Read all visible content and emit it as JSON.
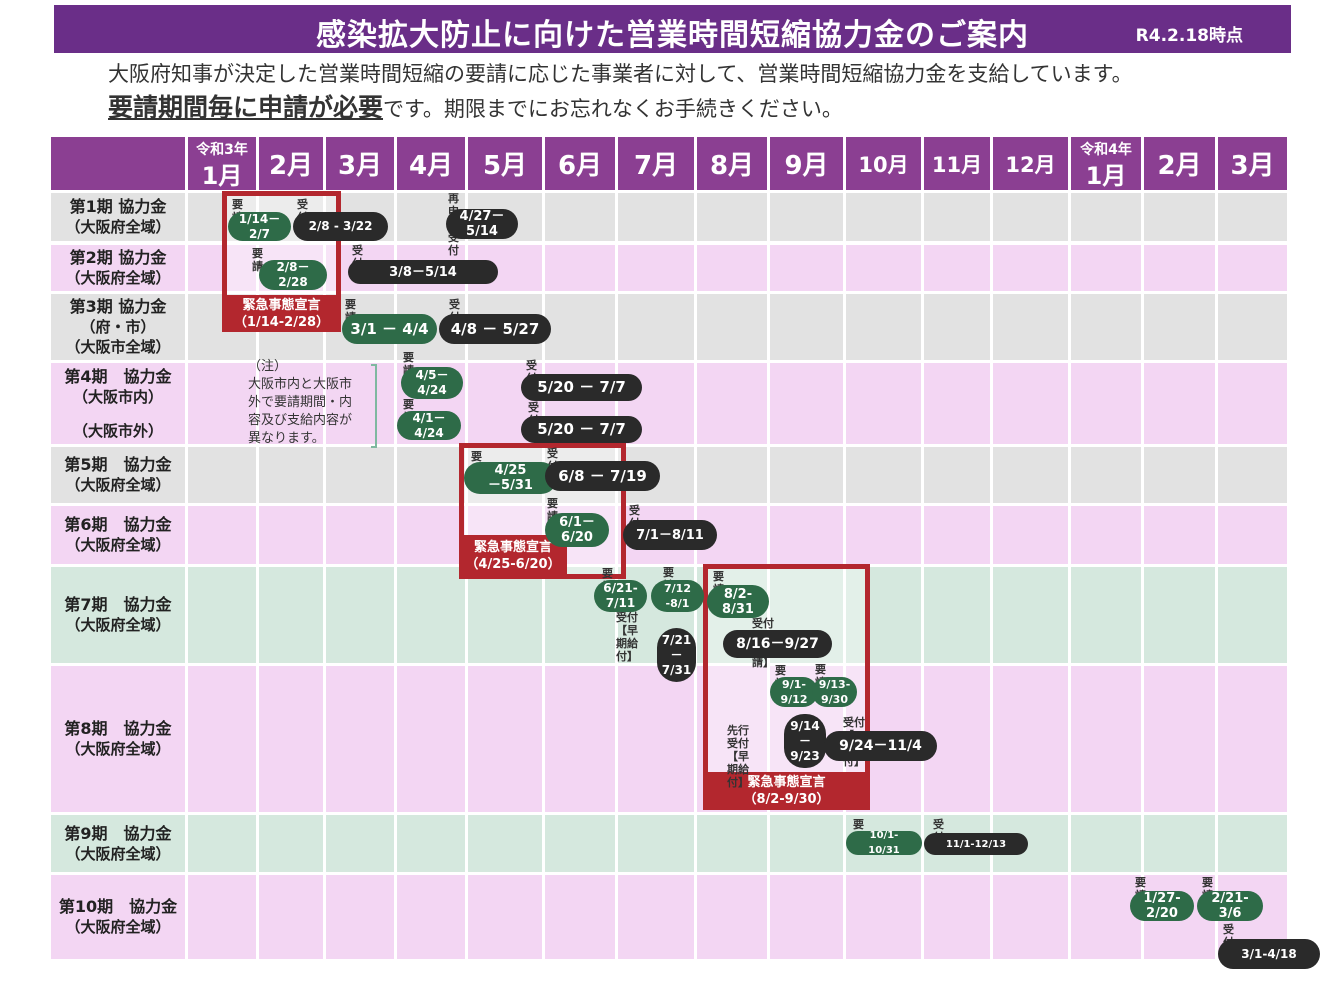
{
  "header": {
    "title": "感染拡大防止に向けた営業時間短縮協力金のご案内",
    "as_of": "R4.2.18時点"
  },
  "intro": {
    "line1": "大阪府知事が決定した営業時間短縮の要請に応じた事業者に対して、営業時間短縮協力金を支給しています。",
    "line2_emphasis": "要請期間毎に申請が必要",
    "line2_rest": "です。期限までにお忘れなくお手続きください。"
  },
  "months": [
    {
      "era": "令和3年",
      "label": "1月"
    },
    {
      "era": "",
      "label": "2月"
    },
    {
      "era": "",
      "label": "3月"
    },
    {
      "era": "",
      "label": "4月"
    },
    {
      "era": "",
      "label": "5月"
    },
    {
      "era": "",
      "label": "6月"
    },
    {
      "era": "",
      "label": "7月"
    },
    {
      "era": "",
      "label": "8月"
    },
    {
      "era": "",
      "label": "9月"
    },
    {
      "era": "",
      "label": "10月"
    },
    {
      "era": "",
      "label": "11月"
    },
    {
      "era": "",
      "label": "12月"
    },
    {
      "era": "令和4年",
      "label": "1月"
    },
    {
      "era": "",
      "label": "2月"
    },
    {
      "era": "",
      "label": "3月"
    }
  ],
  "rows": [
    {
      "l1": "第1期 協力金",
      "l2": "（大阪府全域）"
    },
    {
      "l1": "第2期 協力金",
      "l2": "（大阪府全域）"
    },
    {
      "l1": "第3期 協力金",
      "l2": "（府・市）",
      "l3": "（大阪市全域）"
    },
    {
      "l1": "第4期　協力金",
      "l2": "（大阪市内）",
      "l3": "（大阪市外）"
    },
    {
      "l1": "第5期　協力金",
      "l2": "（大阪府全域）"
    },
    {
      "l1": "第6期　協力金",
      "l2": "（大阪府全域）"
    },
    {
      "l1": "第7期　協力金",
      "l2": "（大阪府全域）"
    },
    {
      "l1": "第8期　協力金",
      "l2": "（大阪府全域）"
    },
    {
      "l1": "第9期　協力金",
      "l2": "（大阪府全域）"
    },
    {
      "l1": "第10期　協力金",
      "l2": "（大阪府全域）"
    }
  ],
  "row_colors": [
    "#e2e2e2",
    "#f3d6f3",
    "#e2e2e2",
    "#f3d6f3",
    "#e2e2e2",
    "#f3d6f3",
    "#d5e8de",
    "#f3d6f3",
    "#d5e8de",
    "#f3d6f3"
  ],
  "emergency": [
    {
      "caption": "緊急事態宣言\n（1/14-2/28）"
    },
    {
      "caption": "緊急事態宣言\n（4/25-6/20）"
    },
    {
      "caption": "緊急事態宣言\n（8/2-9/30）"
    }
  ],
  "note": "（注）\n大阪市内と大阪市\n外で要請期間・内\n容及び支給内容が\n異なります。",
  "labels": [
    "要請",
    "受付",
    "再申請受付",
    "要請",
    "受付",
    "要請",
    "受付",
    "要請",
    "受付",
    "要請",
    "受付",
    "要請",
    "受付",
    "要請",
    "受付",
    "要請",
    "要請",
    "受付【早期給付】",
    "要請",
    "受付【本申請】",
    "要請",
    "要請",
    "先行受付\n【早期給付】",
    "受付【一般受付】",
    "要請",
    "受付",
    "要請",
    "要請",
    "受付"
  ],
  "pills": [
    "1/14－\n2/7",
    "2/8 - 3/22",
    "4/27－\n5/14",
    "2/8－\n2/28",
    "3/8－5/14",
    "3/1 － 4/4",
    "4/8 － 5/27",
    "4/5－\n4/24",
    "5/20 － 7/7",
    "4/1－\n4/24",
    "5/20 － 7/7",
    "4/25\n－5/31",
    "6/8 － 7/19",
    "6/1－\n6/20",
    "7/1－8/11",
    "6/21-\n7/11",
    "7/12\n-8/1",
    "7/21\n－\n7/31",
    "8/2-\n8/31",
    "8/16－9/27",
    "9/1-\n9/12",
    "9/13-\n9/30",
    "9/14\n－\n9/23",
    "9/24－11/4",
    "10/1-\n10/31",
    "11/1-12/13",
    "1/27-\n2/20",
    "2/21-\n3/6",
    "3/1-4/18"
  ]
}
